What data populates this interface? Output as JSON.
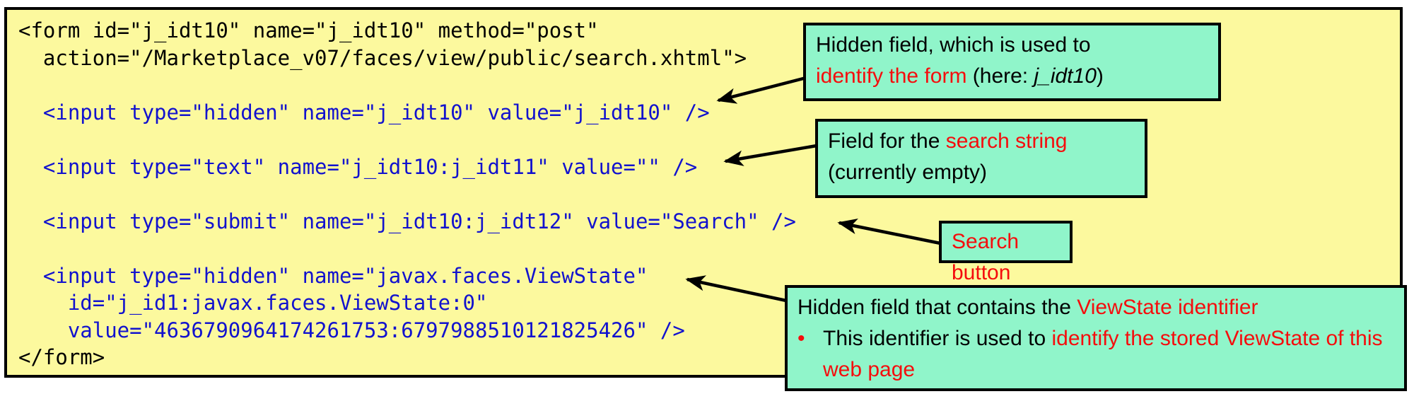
{
  "colors": {
    "panel_fill": "#FCF99E",
    "callout_fill": "#90F5CA",
    "code_blue": "#1212CE",
    "accent_red": "#F50D0D",
    "border_black": "#000000"
  },
  "code": {
    "lines": [
      {
        "text": "<form id=\"j_idt10\" name=\"j_idt10\" method=\"post\"",
        "color": "black"
      },
      {
        "text": "  action=\"/Marketplace_v07/faces/view/public/search.xhtml\">",
        "color": "black"
      },
      {
        "text": "",
        "color": "black"
      },
      {
        "text": "  <input type=\"hidden\" name=\"j_idt10\" value=\"j_idt10\" />",
        "color": "blue"
      },
      {
        "text": "",
        "color": "blue"
      },
      {
        "text": "  <input type=\"text\" name=\"j_idt10:j_idt11\" value=\"\" />",
        "color": "blue"
      },
      {
        "text": "",
        "color": "blue"
      },
      {
        "text": "  <input type=\"submit\" name=\"j_idt10:j_idt12\" value=\"Search\" />",
        "color": "blue"
      },
      {
        "text": "",
        "color": "blue"
      },
      {
        "text": "  <input type=\"hidden\" name=\"javax.faces.ViewState\"",
        "color": "blue"
      },
      {
        "text": "    id=\"j_id1:javax.faces.ViewState:0\"",
        "color": "blue"
      },
      {
        "text": "    value=\"4636790964174261753:6797988510121825426\" />",
        "color": "blue"
      },
      {
        "text": "</form>",
        "color": "black"
      }
    ]
  },
  "callouts": {
    "form_id": {
      "line1": "Hidden field, which is used to",
      "line2_red": "identify the form",
      "line2_mid": " (here: ",
      "line2_emph": "j_idt10",
      "line2_end": ")"
    },
    "search_field": {
      "line1_black": "Field for the ",
      "line1_red": "search string",
      "line2": "(currently empty)"
    },
    "search_button": {
      "label": "Search button"
    },
    "viewstate": {
      "line1_black": "Hidden field that contains the ",
      "line1_red": "ViewState identifier",
      "bullet": "•",
      "line2_black": "This identifier is used to ",
      "line2_red": "identify the stored ViewState of this web page"
    }
  }
}
